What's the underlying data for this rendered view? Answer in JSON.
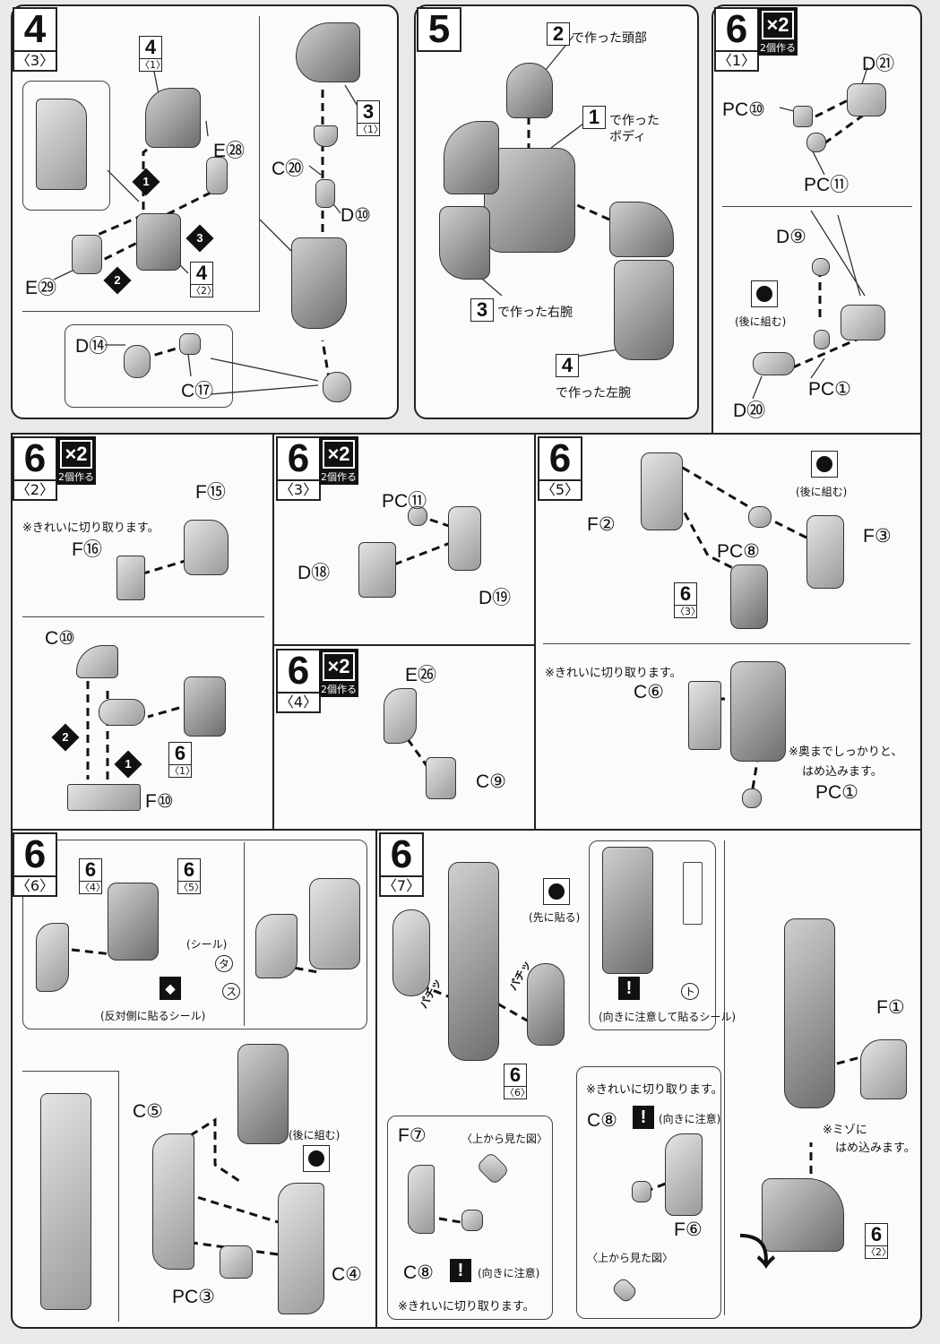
{
  "p4": {
    "num": "4",
    "sub": "〈3〉",
    "refs": [
      {
        "num": "4",
        "sub": "〈1〉"
      },
      {
        "num": "4",
        "sub": "〈2〉"
      },
      {
        "num": "3",
        "sub": "〈1〉"
      }
    ],
    "labels": [
      "E㉘",
      "E㉙",
      "C⑳",
      "D⑩",
      "D⑭",
      "C⑰"
    ],
    "markers": [
      "1",
      "2",
      "3"
    ]
  },
  "p5": {
    "num": "5",
    "refs": [
      {
        "num": "2",
        "text": "で作った頭部"
      },
      {
        "num": "1",
        "text": "で作った",
        "text2": "ボディ"
      },
      {
        "num": "3",
        "text": "で作った右腕"
      },
      {
        "num": "4",
        "text": "で作った左腕"
      }
    ]
  },
  "p61": {
    "num": "6",
    "sub": "〈1〉",
    "mult": "×2",
    "make": "2個作る",
    "labels": [
      "D㉑",
      "PC⑩",
      "PC⑪",
      "D⑨",
      "PC①",
      "D⑳"
    ],
    "later": "(後に組む)"
  },
  "p62": {
    "num": "6",
    "sub": "〈2〉",
    "mult": "×2",
    "make": "2個作る",
    "note": "※きれいに切り取ります。",
    "labels": [
      "F⑮",
      "F⑯",
      "C⑩",
      "F⑩"
    ],
    "ref": {
      "num": "6",
      "sub": "〈1〉"
    },
    "markers": [
      "2",
      "1"
    ]
  },
  "p63": {
    "num": "6",
    "sub": "〈3〉",
    "mult": "×2",
    "make": "2個作る",
    "labels": [
      "PC⑪",
      "D⑱",
      "D⑲"
    ]
  },
  "p64": {
    "num": "6",
    "sub": "〈4〉",
    "mult": "×2",
    "make": "2個作る",
    "labels": [
      "E㉖",
      "C⑨"
    ]
  },
  "p65": {
    "num": "6",
    "sub": "〈5〉",
    "labels": [
      "F②",
      "F③",
      "PC⑧",
      "C⑥",
      "PC①"
    ],
    "later": "(後に組む)",
    "ref": {
      "num": "6",
      "sub": "〈3〉"
    },
    "note": "※きれいに切り取ります。",
    "note2": "※奥までしっかりと、",
    "note3": "はめ込みます。"
  },
  "p66": {
    "num": "6",
    "sub": "〈6〉",
    "refs": [
      {
        "num": "6",
        "sub": "〈4〉"
      },
      {
        "num": "6",
        "sub": "〈5〉"
      }
    ],
    "seal": "(シール)",
    "seal_ta": "タ",
    "seal_su": "ス",
    "opposite": "(反対側に貼るシール)",
    "labels": [
      "C⑤",
      "PC③",
      "C④"
    ],
    "later": "(後に組む)"
  },
  "p67": {
    "num": "6",
    "sub": "〈7〉",
    "first": "(先に貼る)",
    "snap": "パチッ",
    "seal_to": "ト",
    "orient_seal": "(向きに注意して貼るシール)",
    "ref": {
      "num": "6",
      "sub": "〈6〉"
    },
    "labels": [
      "F⑦",
      "C⑧",
      "C⑧",
      "F⑥",
      "F①"
    ],
    "topview": "〈上から見た図〉",
    "orient": "(向きに注意)",
    "note": "※きれいに切り取ります。",
    "groove1": "※ミゾに",
    "groove2": "はめ込みます。",
    "ref2": {
      "num": "6",
      "sub": "〈2〉"
    },
    "warn": "!"
  }
}
